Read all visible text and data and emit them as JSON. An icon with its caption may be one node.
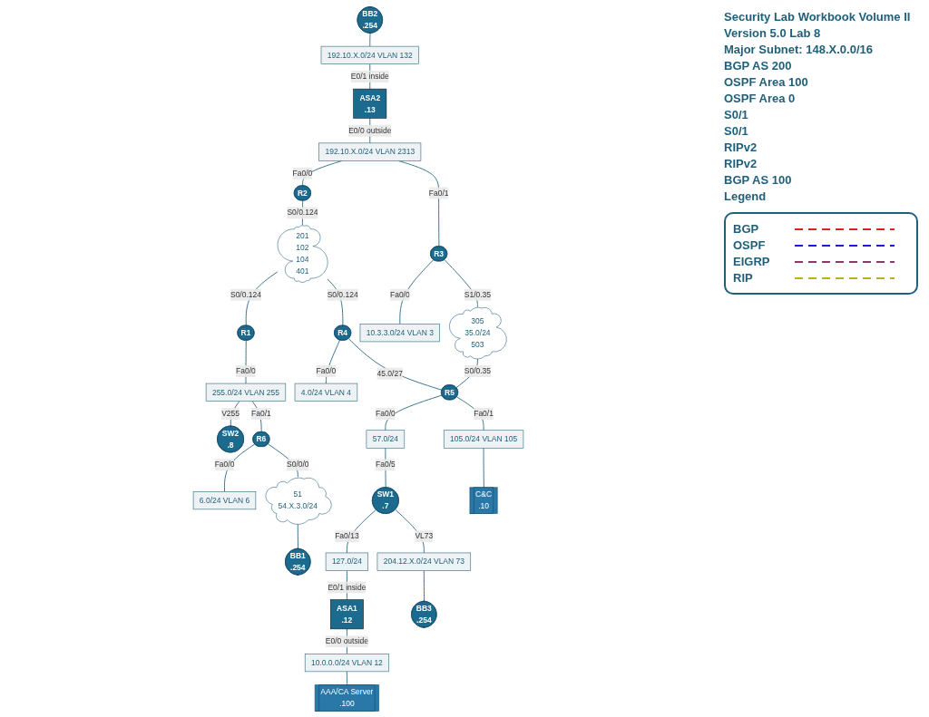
{
  "diagram": {
    "nodes": [
      {
        "text": [
          "BB2",
          ".254"
        ]
      },
      {
        "text": [
          "ASA2",
          ".13"
        ]
      },
      {
        "text": [
          "192.10.X.0/24 VLAN 132"
        ]
      },
      {
        "text": [
          "192.10.X.0/24 VLAN 2313"
        ]
      },
      {
        "text": [
          "R2"
        ]
      },
      {
        "text": [
          "R3"
        ]
      },
      {
        "text": [
          "10.3.3.0/24 VLAN 3"
        ]
      },
      {
        "text": [
          "SW2",
          ".8"
        ]
      },
      {
        "text": [
          "R1"
        ]
      },
      {
        "text": [
          "255.0/24 VLAN 255"
        ]
      },
      {
        "text": [
          "201",
          "102",
          "104",
          "401"
        ]
      },
      {
        "text": [
          "R6"
        ]
      },
      {
        "text": [
          "6.0/24 VLAN 6"
        ]
      },
      {
        "text": [
          "R4"
        ]
      },
      {
        "text": [
          "4.0/24 VLAN 4"
        ]
      },
      {
        "text": [
          "305",
          "35.0/24",
          "503"
        ]
      },
      {
        "text": [
          "R5"
        ]
      },
      {
        "text": [
          "105.0/24 VLAN 105"
        ]
      },
      {
        "text": [
          "57.0/24"
        ]
      },
      {
        "text": [
          "C&C",
          ".10"
        ]
      },
      {
        "text": [
          "AAA/CA Server",
          ".100"
        ]
      },
      {
        "text": [
          "10.0.0.0/24 VLAN 12"
        ]
      },
      {
        "text": [
          "ASA1",
          ".12"
        ]
      },
      {
        "text": [
          "127.0/24"
        ]
      },
      {
        "text": [
          "SW1",
          ".7"
        ]
      },
      {
        "text": [
          "204.12.X.0/24 VLAN 73"
        ]
      },
      {
        "text": [
          "BB3",
          ".254"
        ]
      },
      {
        "text": [
          "51",
          "54.X.3.0/24"
        ]
      },
      {
        "text": [
          "BB1",
          ".254"
        ]
      }
    ],
    "edges": [
      {
        "from": 0,
        "to": 2,
        "arrow": "none"
      },
      {
        "from": 2,
        "to": 1,
        "arrow": "none",
        "label": "E0/1 inside"
      },
      {
        "from": 1,
        "to": 3,
        "arrow": "none",
        "label": "E0/0 outside"
      },
      {
        "from": 3,
        "to": 4,
        "arrow": "none",
        "label": "Fa0/0"
      },
      {
        "from": 3,
        "to": 5,
        "arrow": "none",
        "label": "Fa0/1"
      },
      {
        "from": 5,
        "to": 6,
        "arrow": "none",
        "label": "Fa0/0"
      },
      {
        "from": 4,
        "to": 10,
        "arrow": "none",
        "label": "S0/0.124"
      },
      {
        "from": 5,
        "to": 15,
        "arrow": "none",
        "label": "S1/0.35"
      },
      {
        "from": 9,
        "to": 7,
        "arrow": "none",
        "label": "V255"
      },
      {
        "from": 8,
        "to": 9,
        "arrow": "none",
        "label": "Fa0/0"
      },
      {
        "from": 10,
        "to": 8,
        "arrow": "none",
        "label": "S0/0.124"
      },
      {
        "from": 9,
        "to": 11,
        "arrow": "none",
        "label": "Fa0/1"
      },
      {
        "from": 11,
        "to": 12,
        "arrow": "none",
        "label": "Fa0/0"
      },
      {
        "from": 11,
        "to": 27,
        "arrow": "none",
        "label": "S0/0/0"
      },
      {
        "from": 10,
        "to": 13,
        "arrow": "none",
        "label": "S0/0.124"
      },
      {
        "from": 13,
        "to": 14,
        "arrow": "none",
        "label": "Fa0/0"
      },
      {
        "from": 13,
        "to": 16,
        "arrow": "none",
        "label": "45.0/27"
      },
      {
        "from": 15,
        "to": 16,
        "arrow": "none",
        "label": "S0/0.35"
      },
      {
        "from": 16,
        "to": 18,
        "arrow": "none",
        "label": "Fa0/0"
      },
      {
        "from": 16,
        "to": 17,
        "arrow": "none",
        "label": "Fa0/1"
      },
      {
        "from": 17,
        "to": 19,
        "arrow": "none"
      },
      {
        "from": 18,
        "to": 24,
        "arrow": "none",
        "label": "Fa0/5"
      },
      {
        "from": 24,
        "to": 23,
        "arrow": "none",
        "label": "Fa0/13"
      },
      {
        "from": 24,
        "to": 25,
        "arrow": "none",
        "label": "VL73"
      },
      {
        "from": 25,
        "to": 26,
        "arrow": "none"
      },
      {
        "from": 22,
        "to": 21,
        "arrow": "none",
        "label": "E0/0 outside"
      },
      {
        "from": 23,
        "to": 22,
        "arrow": "none",
        "label": "E0/1 inside"
      },
      {
        "from": 21,
        "to": 20,
        "arrow": "none"
      },
      {
        "from": 27,
        "to": 28,
        "arrow": "none"
      }
    ],
    "labels": [
      "Security Lab Workbook Volume II",
      "Version 5.0 Lab 8",
      "Major Subnet: 148.X.0.0/16",
      "BGP AS 200",
      "OSPF Area 100",
      "OSPF Area 0",
      "S0/1",
      "S0/1",
      "RIPv2",
      "RIPv2",
      "BGP AS 100",
      "Legend"
    ],
    "legend": [
      {
        "text": "BGP"
      },
      {
        "text": "OSPF"
      },
      {
        "text": "EIGRP"
      },
      {
        "text": "RIP"
      }
    ]
  }
}
